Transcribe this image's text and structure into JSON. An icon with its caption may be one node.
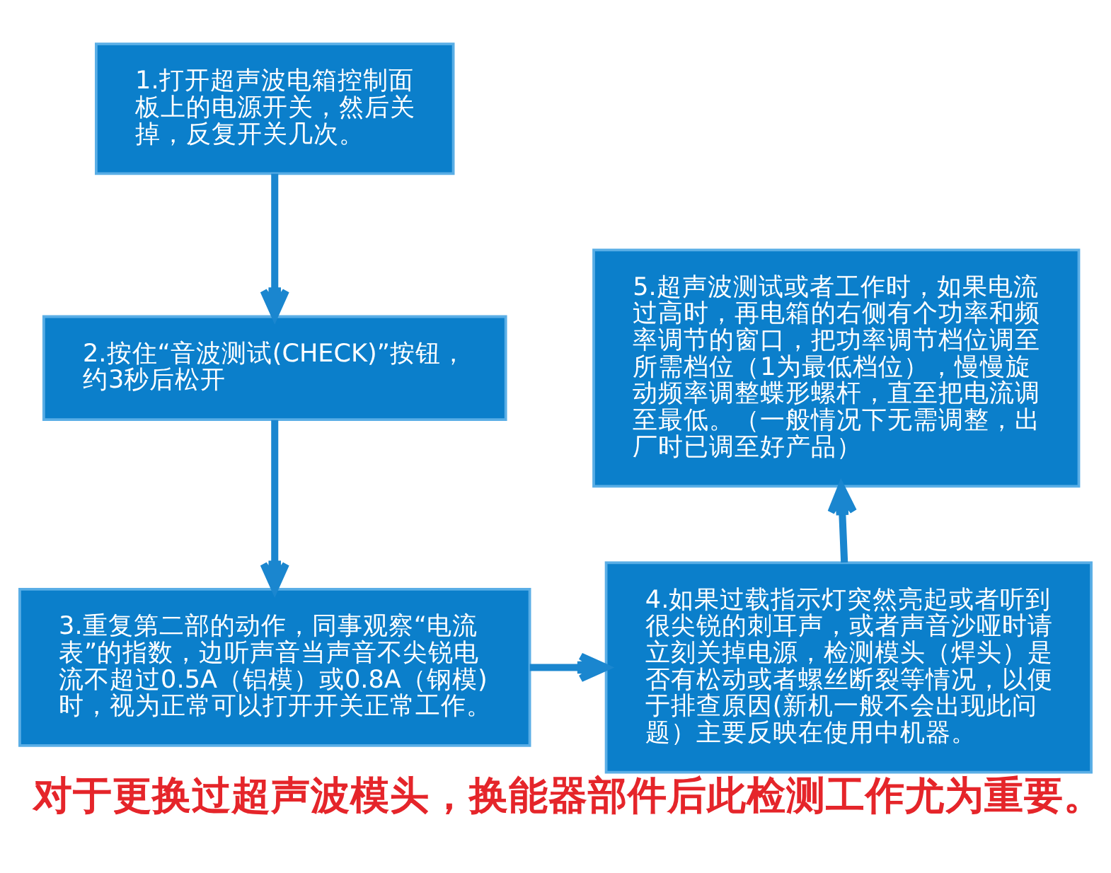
{
  "diagram": {
    "caption": "对于更换过超声波模头，换能器部件后此检测工作尤为重要。",
    "nodes": [
      {
        "text": [
          "1.打开超声波电箱控制面板上的电源开关，然后关掉，反复开关几次。"
        ]
      },
      {
        "text": [
          "2.按住“音波测试(CHECK)”按钮，约3秒后松开"
        ]
      },
      {
        "text": [
          "3.重复第二部的动作，同事观察“电流表”的指数，边听声音当声音不尖锐电流不超过0.5A（铝模）或0.8A（钢模)时，视为正常可以打开开关正常工作。"
        ]
      },
      {
        "text": [
          "4.如果过载指示灯突然亮起或者听到很尖锐的刺耳声，或者声音沙哑时请立刻关掉电源，检测模头（焊头）是否有松动或者螺丝断裂等情况，以便于排查原因(新机一般不会出现此问题）主要反映在使用中机器。"
        ]
      },
      {
        "text": [
          "5.超声波测试或者工作时，如果电流过高时，再电箱的右侧有个功率和频率调节的窗口，把功率调节档位调至所需档位（1为最低档位），慢慢旋动频率调整蝶形螺杆，直至把电流调至最低。（一般情况下无需调整，出厂时已调至好产品）"
        ]
      }
    ],
    "edges": [
      {
        "from": 0,
        "to": 1,
        "arrow": "to"
      },
      {
        "from": 1,
        "to": 2,
        "arrow": "to"
      },
      {
        "from": 2,
        "to": 3,
        "arrow": "to"
      },
      {
        "from": 3,
        "to": 4,
        "arrow": "to"
      }
    ]
  }
}
